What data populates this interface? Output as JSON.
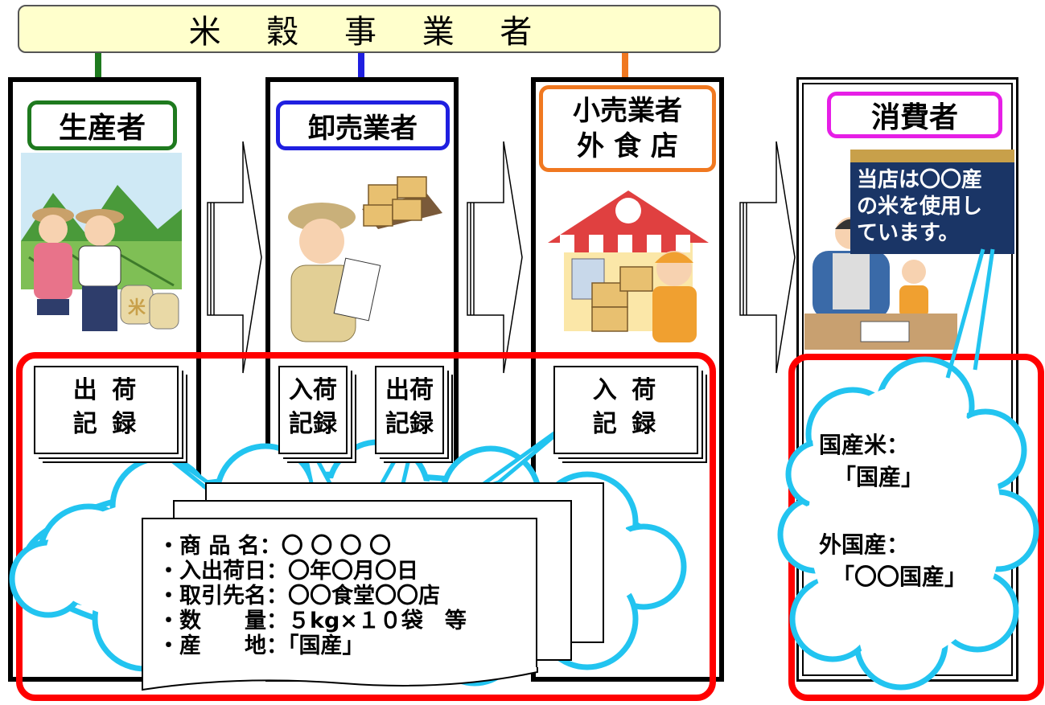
{
  "title": "米 穀 事 業 者",
  "stages": [
    {
      "label": "生産者",
      "color": "#1e7a1e",
      "records": [
        "出 荷\n記 録"
      ]
    },
    {
      "label": "卸売業者",
      "color": "#1f1fe0",
      "records": [
        "入荷\n記録",
        "出荷\n記録"
      ]
    },
    {
      "label": "小売業者\n外 食 店",
      "color": "#f07820",
      "records": [
        "入 荷\n記 録"
      ]
    },
    {
      "label": "消費者",
      "color": "#e61ee6",
      "records": []
    }
  ],
  "store_sign": "当店は〇〇産\nの米を使用し\nています。",
  "rice_bag_text": "米",
  "document_lines": [
    "・商 品 名：〇 〇 〇 〇",
    "・入出荷日：〇年〇月〇日",
    "・取引先名：〇〇食堂〇〇店",
    "・数　　量：５kg×１０袋　等",
    "・産　　地：「国産」"
  ],
  "consumer_labels": {
    "domestic_heading": "国産米：",
    "domestic_value": "「国産」",
    "foreign_heading": "外国産：",
    "foreign_value": "「〇〇国産」"
  },
  "colors": {
    "banner_fill": "#ffffcc",
    "highlight_frame": "#ff0000",
    "cloud_outline": "#22c4f0",
    "sign_fill": "#1a3566"
  }
}
